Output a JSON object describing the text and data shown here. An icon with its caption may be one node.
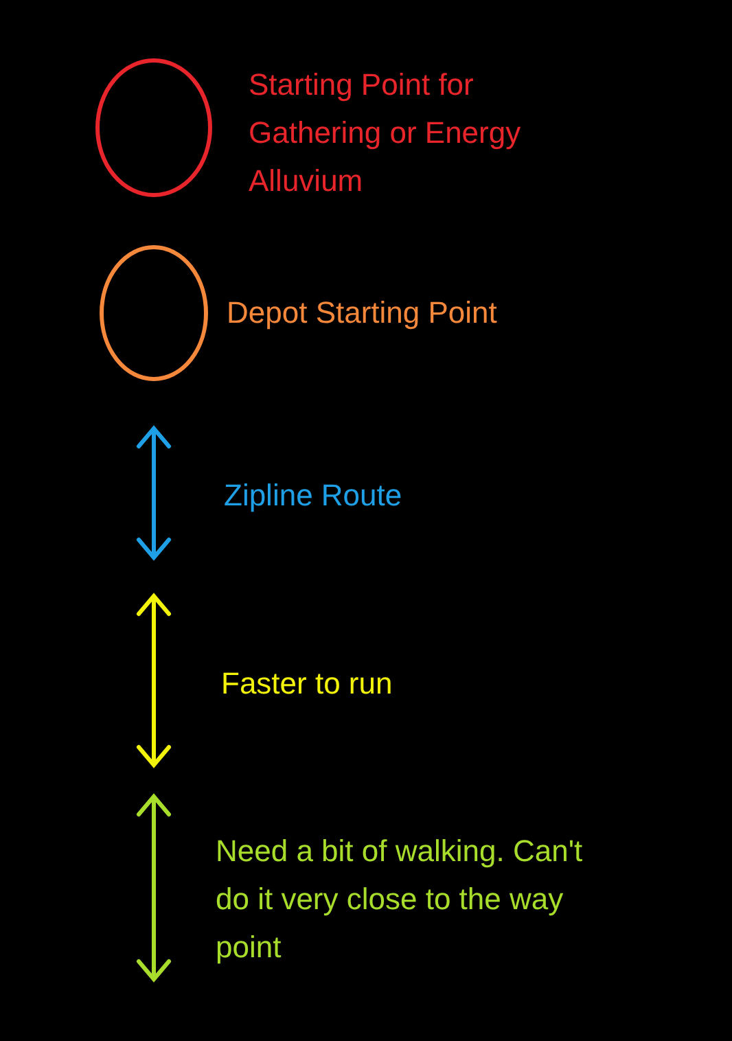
{
  "diagram": {
    "legend": [
      {
        "text": "Starting Point for Gathering or Energy Alluvium"
      },
      {
        "text": "Depot Starting Point"
      },
      {
        "text": "Zipline Route"
      },
      {
        "text": "Faster to run"
      },
      {
        "text": "Need a bit of walking. Can't do it very close to the way point"
      }
    ]
  }
}
